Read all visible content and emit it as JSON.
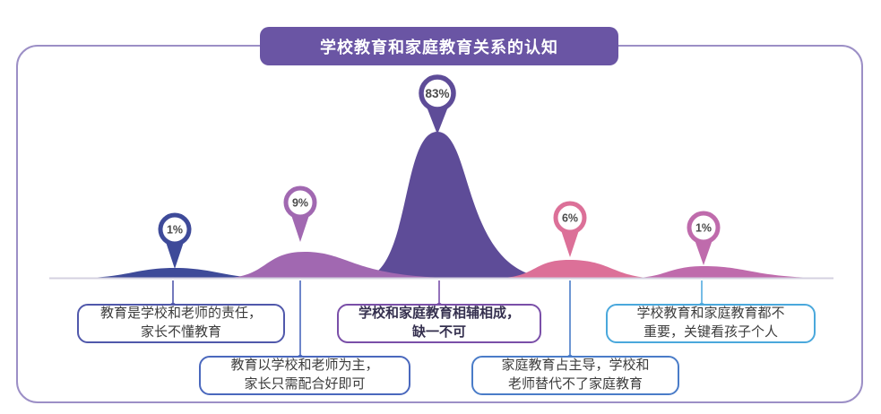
{
  "header": {
    "title": "学校教育和家庭教育关系的认知",
    "bg_color": "#6a55a4",
    "text_color": "#ffffff"
  },
  "frame": {
    "border_color": "#9c8fc6"
  },
  "chart_data": {
    "type": "area",
    "title": "学校教育和家庭教育关系的认知",
    "unit": "%",
    "baseline_color": "#d4d1e0",
    "legend": "none",
    "categories": [
      "教育是学校和老师的责任，家长不懂教育",
      "教育以学校和老师为主，家长只需配合好即可",
      "学校和家庭教育相辅相成，缺一不可",
      "家庭教育占主导，学校和老师替代不了家庭教育",
      "学校教育和家庭教育都不重要，关键看孩子个人"
    ],
    "values": [
      1,
      9,
      83,
      6,
      1
    ],
    "points": [
      {
        "label": "1%",
        "value": 1,
        "color": "#3e4a99",
        "connector_color": "#5058ab"
      },
      {
        "label": "9%",
        "value": 9,
        "color": "#a168b1",
        "connector_color": "#4a68bd"
      },
      {
        "label": "83%",
        "value": 83,
        "color": "#5e4c98",
        "connector_color": "#7a4fa8"
      },
      {
        "label": "6%",
        "value": 6,
        "color": "#dc7098",
        "connector_color": "#4a7cc8"
      },
      {
        "label": "1%",
        "value": 1,
        "color": "#bf6bac",
        "connector_color": "#54abdf"
      }
    ]
  },
  "boxes": [
    {
      "line1": "教育是学校和老师的责任，",
      "line2": "家长不懂教育",
      "border_color": "#5058ab"
    },
    {
      "line1": "教育以学校和老师为主，",
      "line2": "家长只需配合好即可",
      "border_color": "#4a68bd"
    },
    {
      "line1": "学校和家庭教育相辅相成，",
      "line2": "缺一不可",
      "border_color": "#7a4fa8"
    },
    {
      "line1": "家庭教育占主导，学校和",
      "line2": "老师替代不了家庭教育",
      "border_color": "#4a7cc8"
    },
    {
      "line1": "学校教育和家庭教育都不",
      "line2": "重要，关键看孩子个人",
      "border_color": "#4aa8dc"
    }
  ]
}
